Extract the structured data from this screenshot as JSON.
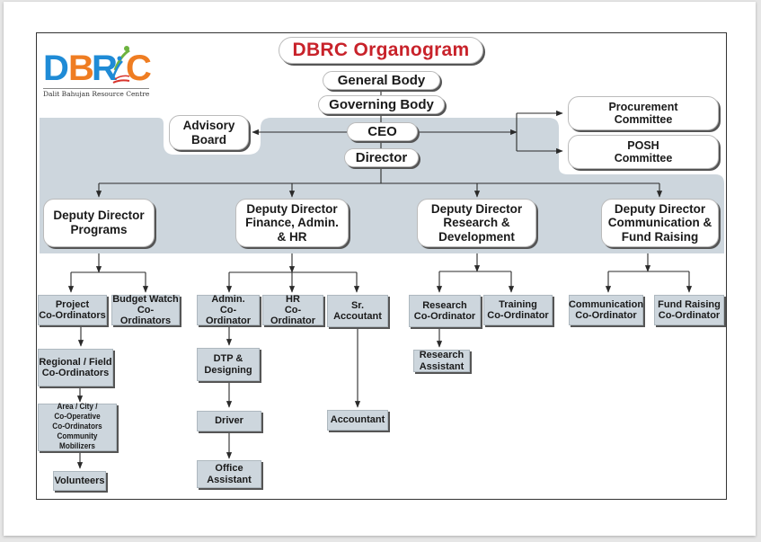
{
  "logo": {
    "letters": [
      "D",
      "B",
      "R",
      "C"
    ],
    "colors": {
      "blue": "#1f8bd6",
      "orange": "#ef7d22",
      "green": "#6db33f",
      "red": "#d8342c"
    },
    "tagline": "Dalit Bahujan Resource Centre"
  },
  "title": "DBRC  Organogram",
  "colors": {
    "title": "#c8222a",
    "band": "#cdd6dd",
    "box_fill": "#cdd6dd",
    "line": "#2a2a2a"
  },
  "top_chain": {
    "general_body": "General Body",
    "governing_body": "Governing Body",
    "ceo": "CEO",
    "director": "Director"
  },
  "side_units": {
    "advisory_board": "Advisory\nBoard",
    "procurement_committee": "Procurement\nCommittee",
    "posh_committee": "POSH\nCommittee"
  },
  "deputy_directors": [
    {
      "label": "Deputy Director\nPrograms",
      "children": [
        {
          "label": "Project\nCo-Ordinators"
        },
        {
          "label": "Budget Watch\nCo-Ordinators"
        }
      ],
      "chain": [
        "Regional / Field\nCo-Ordinators",
        "Area  /  City /\nCo-Operative\nCo-Ordinators\nCommunity Mobilizers",
        "Volunteers"
      ]
    },
    {
      "label": "Deputy Director\nFinance, Admin.\n& HR",
      "children": [
        {
          "label": "Admin.\nCo-Ordinator"
        },
        {
          "label": "HR\nCo-Ordinator"
        },
        {
          "label": "Sr.\nAccoutant"
        }
      ],
      "chain": [
        "DTP &\nDesigning",
        "Driver",
        "Office\nAssistant"
      ],
      "accountant": "Accountant"
    },
    {
      "label": "Deputy Director\nResearch &\nDevelopment",
      "children": [
        {
          "label": "Research\nCo-Ordinator"
        },
        {
          "label": "Training\nCo-Ordinator"
        }
      ],
      "chain": [
        "Research\nAssistant"
      ]
    },
    {
      "label": "Deputy Director\nCommunication &\nFund Raising",
      "children": [
        {
          "label": "Communication\nCo-Ordinator"
        },
        {
          "label": "Fund Raising\nCo-Ordinator"
        }
      ]
    }
  ]
}
